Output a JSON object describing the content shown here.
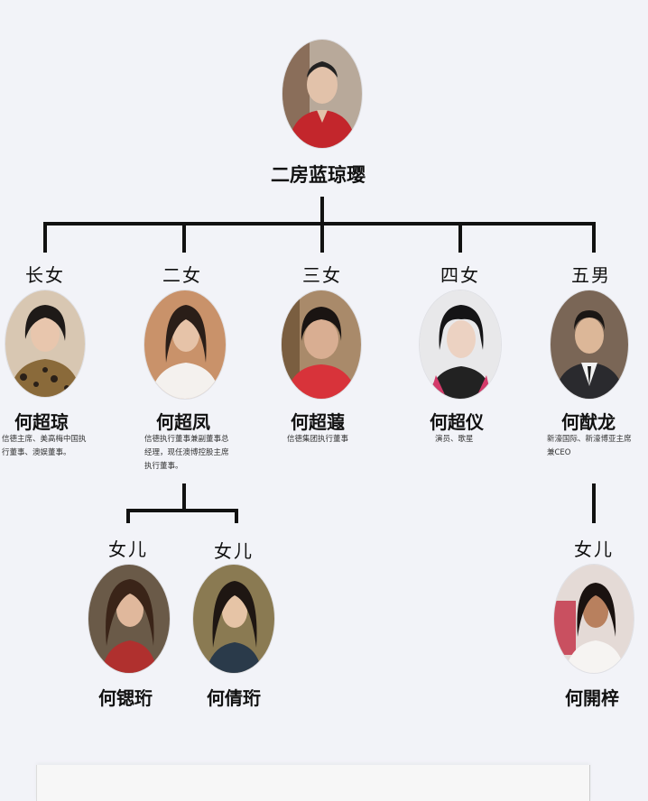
{
  "root": {
    "name": "二房蓝琼璎",
    "image": "portrait-photo"
  },
  "children": [
    {
      "role": "长女",
      "name": "何超琼",
      "desc": "信德主席、美高梅中国执行董事、澳娱董事。"
    },
    {
      "role": "二女",
      "name": "何超凤",
      "desc": "信德执行董事兼副董事总经理，现任澳博控股主席执行董事。"
    },
    {
      "role": "三女",
      "name": "何超蕸",
      "desc": "信德集团执行董事"
    },
    {
      "role": "四女",
      "name": "何超仪",
      "desc": "演员、歌星"
    },
    {
      "role": "五男",
      "name": "何猷龙",
      "desc": "新濠国际、新濠博亚主席兼CEO"
    }
  ],
  "grandchildren": [
    {
      "role": "女儿",
      "name": "何锶珩"
    },
    {
      "role": "女儿",
      "name": "何倩珩"
    },
    {
      "role": "女儿",
      "name": "何開梓"
    }
  ],
  "colors": {
    "background": "#f2f3f8",
    "connector": "#111111",
    "text": "#111111"
  }
}
